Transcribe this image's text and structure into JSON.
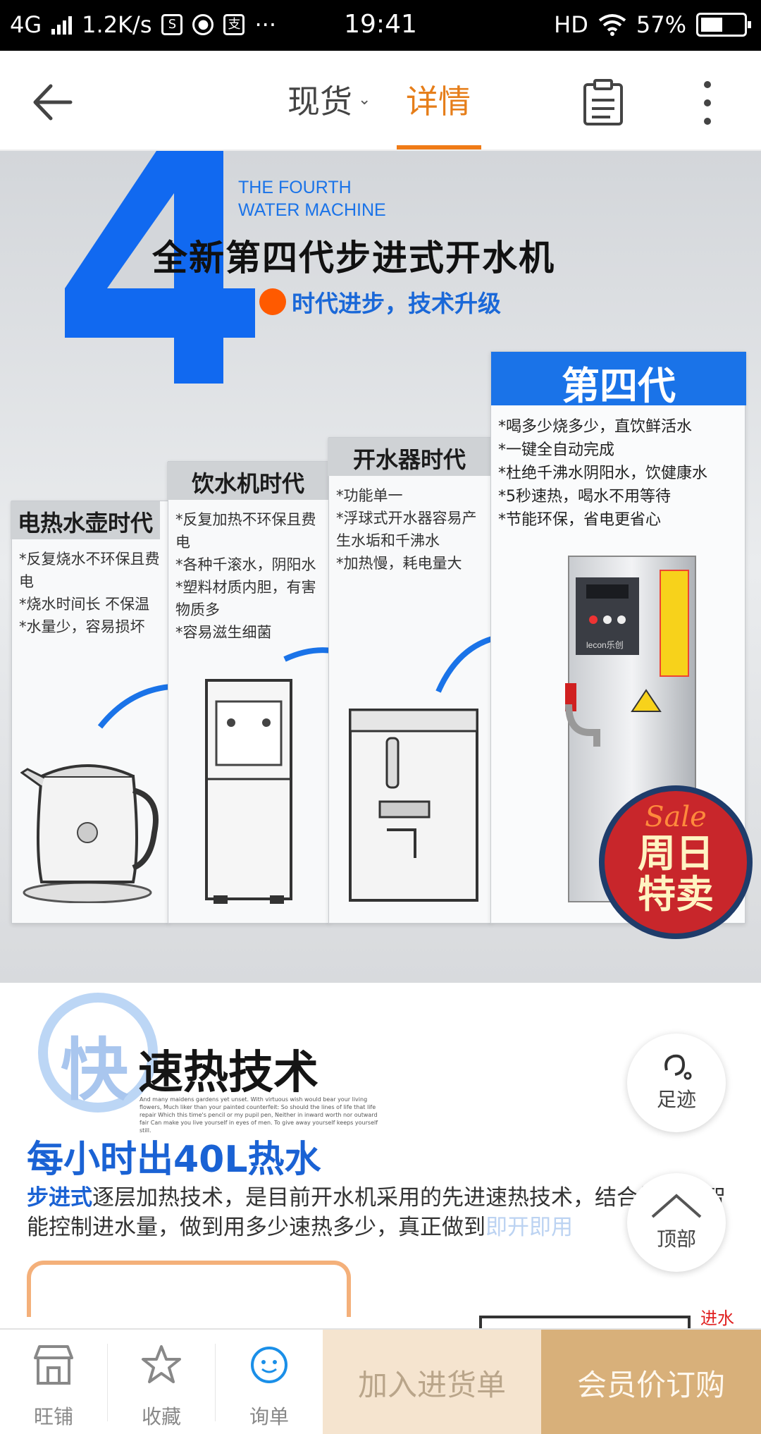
{
  "status_bar": {
    "network": "4G",
    "speed": "1.2K/s",
    "time": "19:41",
    "hd": "HD",
    "battery": "57%"
  },
  "nav": {
    "tab_spot": "现货",
    "tab_detail": "详情",
    "back_icon": "back-arrow-icon",
    "clipboard_icon": "clipboard-icon",
    "more_icon": "more-vertical-icon",
    "accent_color": "#f07b16"
  },
  "banner": {
    "big_number": "4",
    "english_line1": "THE FOURTH",
    "english_line2": "WATER MACHINE",
    "headline": "全新第四代步进式开水机",
    "subline": "时代进步，技术升级",
    "panels": [
      {
        "title": "电热水壶时代",
        "points": [
          "*反复烧水不环保且费电",
          "*烧水时间长 不保温",
          "*水量少，容易损坏"
        ]
      },
      {
        "title": "饮水机时代",
        "points": [
          "*反复加热不环保且费电",
          "*各种千滚水，阴阳水",
          "*塑料材质内胆，有害物质多",
          "*容易滋生细菌"
        ]
      },
      {
        "title": "开水器时代",
        "points": [
          "*功能单一",
          "*浮球式开水器容易产生水垢和千沸水",
          "*加热慢，耗电量大"
        ]
      },
      {
        "title": "第四代",
        "points": [
          "*喝多少烧多少，直饮鲜活水",
          "*一键全自动完成",
          "*杜绝千沸水阴阳水，饮健康水",
          "*5秒速热，喝水不用等待",
          "*节能环保，省电更省心"
        ]
      }
    ],
    "machine_brand": "lecon乐创",
    "badge_script": "Sale",
    "badge_line1": "周日",
    "badge_line2": "特卖",
    "blue": "#1a73e8"
  },
  "content": {
    "fast_char": "快",
    "fast_title": "速热技术",
    "fine_print": "And many maidens gardens yet unset. With virtuous wish would bear your living flowers, Much liker than your painted counterfeit: So should the lines of life that life repair Which this time's pencil or my pupil pen, Neither in inward worth nor outward fair Can make you live yourself in eyes of men. To give away yourself keeps yourself still.",
    "hot_water_line": "每小时出40L热水",
    "desc_highlight": "步进式",
    "desc_rest": "逐层加热技术，是目前开水机采用的先进速热技术，结合微电脑智能控制进水量，做到用多少速热多少，真正做到",
    "desc_faded": "即开即用",
    "inlet_label": "进水"
  },
  "floating": {
    "footprint_label": "足迹",
    "top_label": "顶部"
  },
  "bottom_bar": {
    "shop_label": "旺铺",
    "favorite_label": "收藏",
    "inquiry_label": "询单",
    "add_cart_label": "加入进货单",
    "member_order_label": "会员价订购"
  }
}
